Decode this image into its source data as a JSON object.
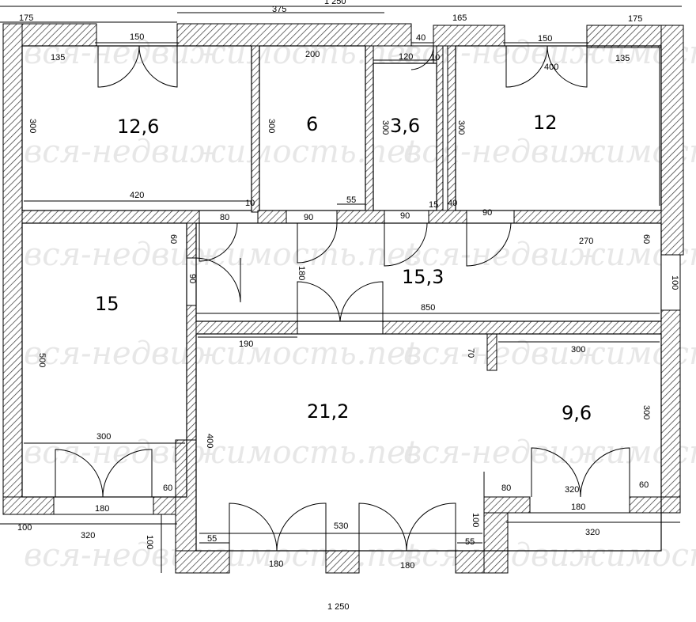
{
  "rooms": [
    {
      "key": "r1",
      "area": "12,6"
    },
    {
      "key": "r2",
      "area": "6"
    },
    {
      "key": "r3",
      "area": "3,6"
    },
    {
      "key": "r4",
      "area": "12"
    },
    {
      "key": "r5",
      "area": "15"
    },
    {
      "key": "r6",
      "area": "15,3"
    },
    {
      "key": "r7",
      "area": "21,2"
    },
    {
      "key": "r8",
      "area": "9,6"
    }
  ],
  "dims": {
    "total_top": "1 250",
    "total_bottom": "1 250",
    "top_175_left": "175",
    "top_375": "375",
    "top_165": "165",
    "top_175_right": "175",
    "w150_a": "150",
    "w150_b": "150",
    "d135_a": "135",
    "d135_b": "135",
    "d200": "200",
    "d120": "120",
    "d40_top": "40",
    "d10_top": "10",
    "d400": "400",
    "h300_a": "300",
    "h300_b": "300",
    "h300_c": "300",
    "h300_d": "300",
    "d420": "420",
    "d10_mid": "10",
    "d55_mid": "55",
    "d80_a": "80",
    "d90_a": "90",
    "d90_b": "90",
    "d15": "15",
    "d40_mid": "40",
    "d90_c": "90",
    "d270": "270",
    "d60_right": "60",
    "d60_left": "60",
    "d90_v": "90",
    "d180_v": "180",
    "d100_right": "100",
    "d850": "850",
    "d190": "190",
    "d70": "70",
    "d300_h_right": "300",
    "d500": "500",
    "d400_v": "400",
    "d300_v_right": "300",
    "d300_h_left": "300",
    "d60_a": "60",
    "d60_b": "60",
    "d80_b": "80",
    "d320_a": "320",
    "d180_a": "180",
    "d180_b": "180",
    "d100_left": "100",
    "d320_left": "320",
    "d100_v_left": "100",
    "d530": "530",
    "d100_v_mid": "100",
    "d55_a": "55",
    "d55_b": "55",
    "d180_c": "180",
    "d180_d": "180",
    "d320_right": "320"
  },
  "watermark": "вся-недвижимость.net"
}
